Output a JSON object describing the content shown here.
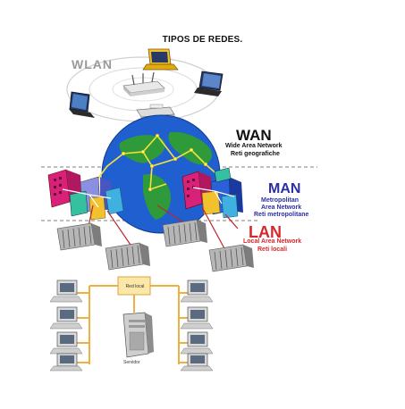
{
  "title": "TIPOS DE REDES.",
  "wlan": {
    "label": "WLAN"
  },
  "wan": {
    "label": "WAN",
    "line1": "Wide Area Network",
    "line2": "Reti geografiche"
  },
  "man": {
    "label": "MAN",
    "line1": "Metropolitan",
    "line2": "Area Network",
    "line3": "Reti metropolitane"
  },
  "lan": {
    "label": "LAN",
    "line1": "Local Area Network",
    "line2": "Reti locali"
  },
  "lan_detail": {
    "switch_label": "Red local",
    "server_label": "Servidor"
  },
  "colors": {
    "wan_text": "#111111",
    "man_text": "#2b2fa3",
    "lan_text": "#d8272b",
    "lan_links": "#f0b040",
    "wan_links": "#c0262b",
    "globe_ocean": "#1f5fd0",
    "globe_land": "#2e9a3a"
  }
}
